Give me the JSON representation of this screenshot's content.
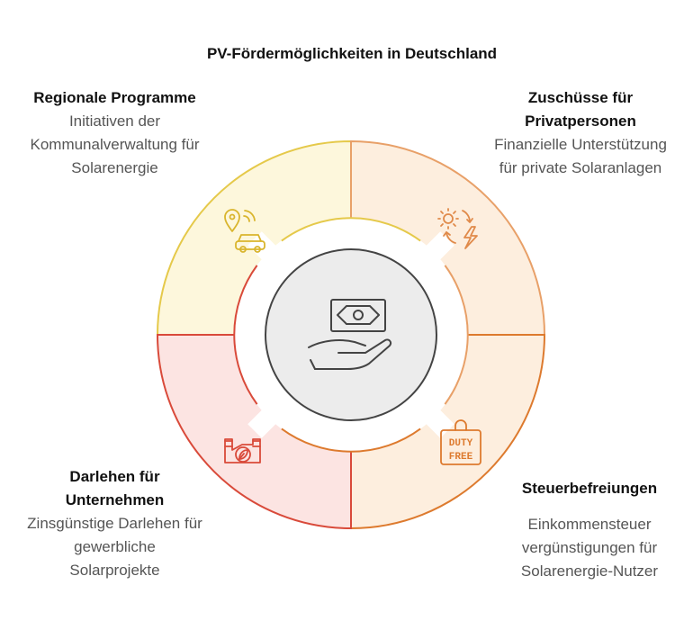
{
  "title": "PV-Fördermöglichkeiten in Deutschland",
  "center": {
    "icon": "money-hand-icon"
  },
  "segments": [
    {
      "position": "top-left",
      "heading": "Regionale Programme",
      "description": "Initiativen der Kommunalverwaltung für Solarenergie",
      "icon": "location-car-icon",
      "fill": "#fdf7dc",
      "stroke": "#e5c94a"
    },
    {
      "position": "top-right",
      "heading": "Zuschüsse für Privatpersonen",
      "description": "Finanzielle Unterstützung für private Solaranlagen",
      "icon": "sun-energy-icon",
      "fill": "#fdeede",
      "stroke": "#e8a068"
    },
    {
      "position": "bottom-left",
      "heading": "Darlehen für Unternehmen",
      "description": "Zinsgünstige Darlehen für gewerbliche Solarprojekte",
      "icon": "eco-factory-icon",
      "fill": "#fce4e2",
      "stroke": "#d94a3a"
    },
    {
      "position": "bottom-right",
      "heading": "Steuerbefreiungen",
      "description": "Einkommensteuer vergünstigungen für Solarenergie-Nutzer",
      "icon": "duty-free-icon",
      "icon_text": [
        "DUTY",
        "FREE"
      ],
      "fill": "#fdeede",
      "stroke": "#dd7a2e"
    }
  ]
}
